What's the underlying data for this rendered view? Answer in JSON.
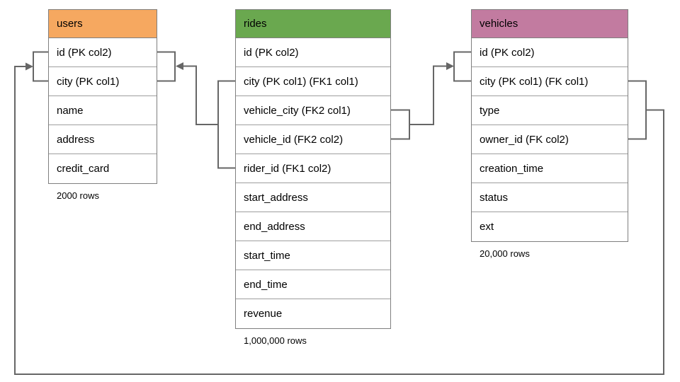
{
  "diagram": {
    "connector_color": "#666666",
    "tables": {
      "users": {
        "title": "users",
        "header_color": "#f6a860",
        "rows": [
          "id (PK col2)",
          "city (PK col1)",
          "name",
          "address",
          "credit_card"
        ],
        "caption": "2000 rows"
      },
      "rides": {
        "title": "rides",
        "header_color": "#6aa84f",
        "rows": [
          "id (PK col2)",
          "city (PK col1) (FK1 col1)",
          "vehicle_city (FK2 col1)",
          "vehicle_id (FK2 col2)",
          "rider_id (FK1 col2)",
          "start_address",
          "end_address",
          "start_time",
          "end_time",
          "revenue"
        ],
        "caption": "1,000,000 rows"
      },
      "vehicles": {
        "title": "vehicles",
        "header_color": "#c27ba0",
        "rows": [
          "id (PK col2)",
          "city (PK col1) (FK col1)",
          "type",
          "owner_id (FK col2)",
          "creation_time",
          "status",
          "ext"
        ],
        "caption": "20,000 rows"
      }
    },
    "relationships": [
      {
        "name": "rides-fk1-to-users",
        "from": "rides (city, rider_id)",
        "to": "users (id, city)"
      },
      {
        "name": "rides-fk2-to-vehicles",
        "from": "rides (vehicle_city, vehicle_id)",
        "to": "vehicles (id, city)"
      },
      {
        "name": "vehicles-fk-to-users",
        "from": "vehicles (city, owner_id)",
        "to": "users (id, city)"
      }
    ]
  }
}
